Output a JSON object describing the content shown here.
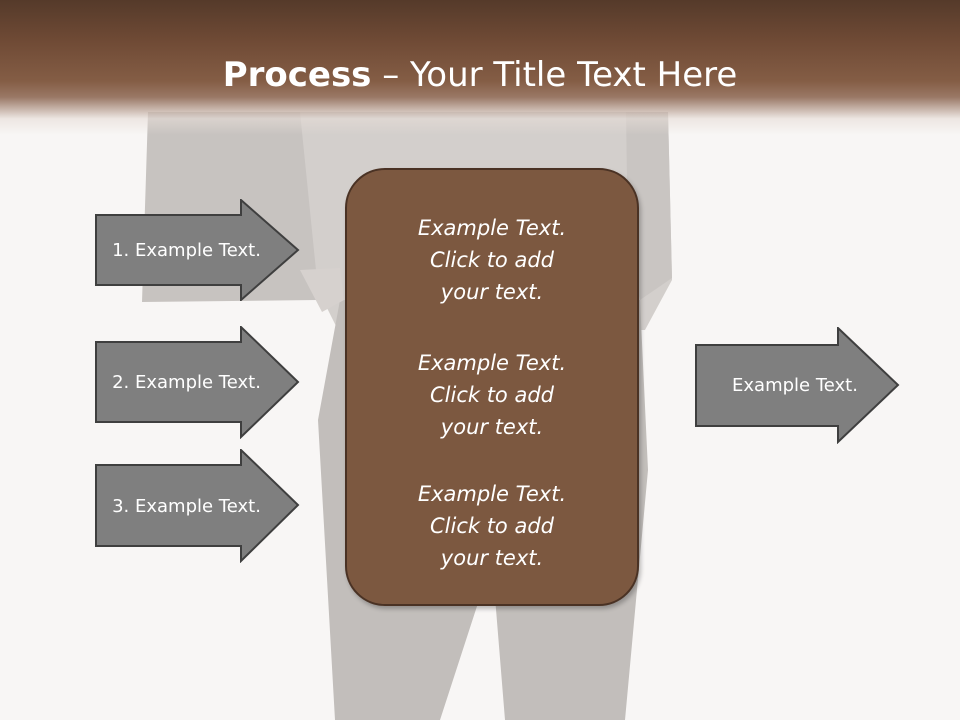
{
  "title": {
    "bold": "Process",
    "rest": " – Your Title Text Here"
  },
  "left_arrows": [
    {
      "label": "1. Example Text."
    },
    {
      "label": "2. Example Text."
    },
    {
      "label": "3. Example Text."
    }
  ],
  "center_box": {
    "blocks": [
      {
        "line1": "Example Text.",
        "line2": "Click  to add",
        "line3": "your text."
      },
      {
        "line1": "Example Text.",
        "line2": "Click  to add",
        "line3": "your text."
      },
      {
        "line1": "Example Text.",
        "line2": "Click  to add",
        "line3": "your text."
      }
    ]
  },
  "right_arrow": {
    "label": "Example Text."
  },
  "colors": {
    "title_band": "#6f4a35",
    "center_box": "#7c5840",
    "arrow_fill": "#7f7f7f",
    "arrow_border": "#3f3f3f"
  }
}
